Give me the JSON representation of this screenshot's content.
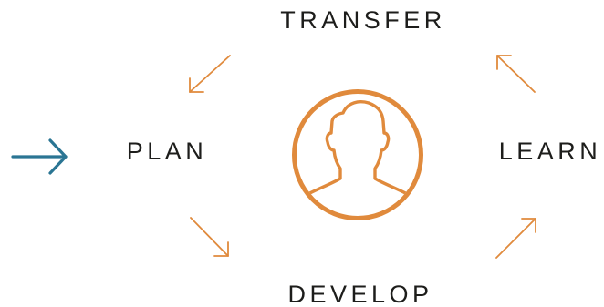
{
  "labels": {
    "top": "TRANSFER",
    "left": "PLAN",
    "right": "LEARN",
    "bottom": "DEVELOP"
  },
  "center_icon": "person-silhouette-icon",
  "entry_arrow_icon": "arrow-right-icon",
  "cycle_arrow_icons": [
    "arrow-down-left-icon",
    "arrow-down-right-icon",
    "arrow-up-right-icon",
    "arrow-up-left-icon"
  ],
  "colors": {
    "accent_orange": "#e08a3c",
    "entry_arrow_teal": "#2a7593",
    "text": "#1d1d1b",
    "background": "#ffffff"
  }
}
